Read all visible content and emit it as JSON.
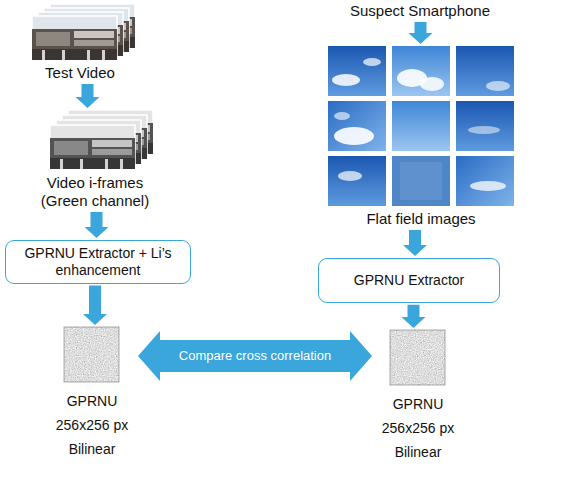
{
  "diagram": {
    "nodes": [
      {
        "text": [
          "Test Video"
        ]
      },
      {
        "text": [
          "Video i-frames (Green channel)"
        ]
      },
      {
        "text": [
          "GPRNU Extractor + Li’s enhancement"
        ]
      },
      {
        "text": [
          "GPRNU 256x256 px Bilinear"
        ]
      },
      {
        "text": [
          "Suspect Smartphone"
        ]
      },
      {
        "text": [
          "Flat field images"
        ]
      },
      {
        "text": [
          "GPRNU Extractor"
        ]
      },
      {
        "text": [
          "GPRNU 256x256 px Bilinear"
        ]
      }
    ],
    "edges": [
      {
        "from": 0,
        "to": 1,
        "arrow": "to"
      },
      {
        "from": 1,
        "to": 2,
        "arrow": "to"
      },
      {
        "from": 2,
        "to": 3,
        "arrow": "to"
      },
      {
        "from": 4,
        "to": 5,
        "arrow": "to"
      },
      {
        "from": 5,
        "to": 6,
        "arrow": "to"
      },
      {
        "from": 6,
        "to": 7,
        "arrow": "to"
      },
      {
        "from": 3,
        "to": 7,
        "label": "Compare cross correlation",
        "arrow": "both"
      }
    ]
  }
}
